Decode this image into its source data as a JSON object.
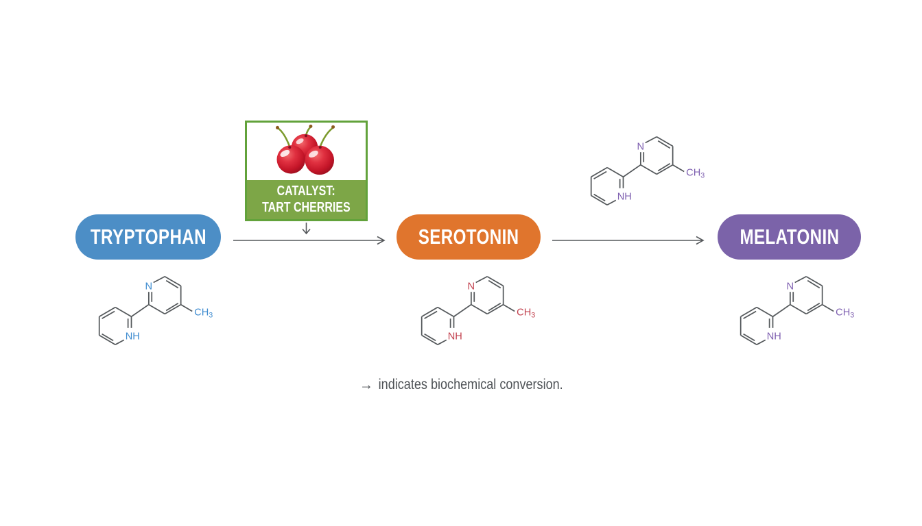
{
  "pathway": {
    "nodes": [
      {
        "label": "TRYPTOPHAN",
        "pill_color": "#4c8ec6",
        "structure_color": "#3f8cd0"
      },
      {
        "label": "SEROTONIN",
        "pill_color": "#e0752d",
        "structure_color": "#c2414e"
      },
      {
        "label": "MELATONIN",
        "pill_color": "#7b63a9",
        "structure_color": "#7e5fb0"
      }
    ],
    "arrow_color": "#55585b"
  },
  "catalyst": {
    "label_line1": "CATALYST:",
    "label_line2": "TART CHERRIES",
    "band_color": "#7da647",
    "border_color": "#62a23b",
    "image": "three red tart cherries with stems"
  },
  "molecule": {
    "atom_n": "N",
    "atom_nh": "NH",
    "group_ch": "CH",
    "group_sub": "3",
    "bond_color": "#54585b"
  },
  "legend": {
    "arrow": "→",
    "text": "indicates biochemical conversion."
  }
}
